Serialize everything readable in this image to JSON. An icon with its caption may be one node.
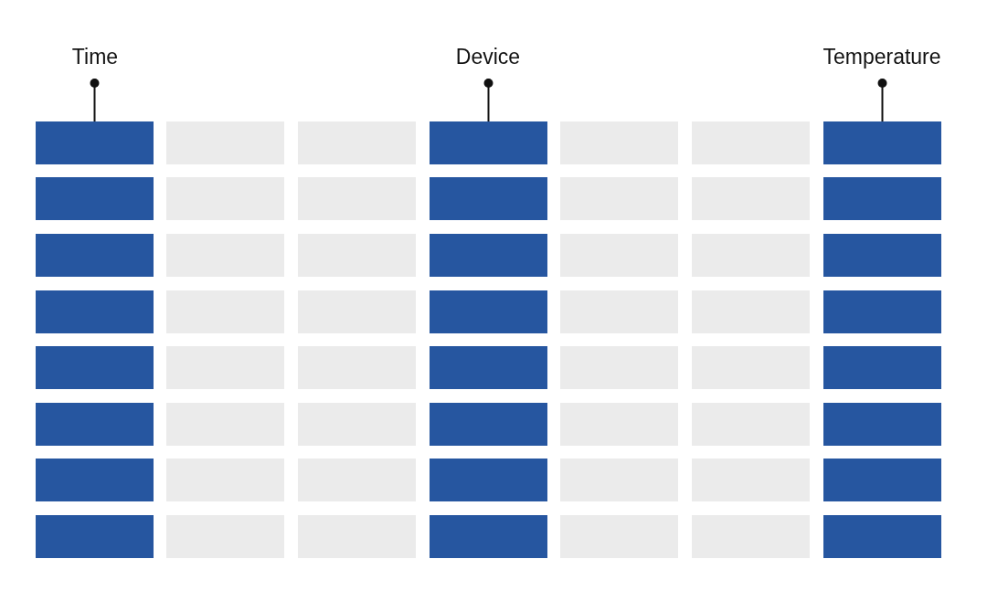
{
  "diagram": {
    "nodes": [
      {
        "text": [
          "Time"
        ]
      },
      {
        "text": [
          "Device"
        ]
      },
      {
        "text": [
          "Temperature"
        ]
      },
      {
        "text": [],
        "shape": "box"
      },
      {
        "text": [],
        "shape": "box"
      },
      {
        "text": [],
        "shape": "box"
      }
    ],
    "edges": [
      {
        "from": 0,
        "to": 3,
        "arrow": "other"
      },
      {
        "from": 1,
        "to": 4,
        "arrow": "other"
      },
      {
        "from": 2,
        "to": 5,
        "arrow": "other"
      }
    ]
  }
}
